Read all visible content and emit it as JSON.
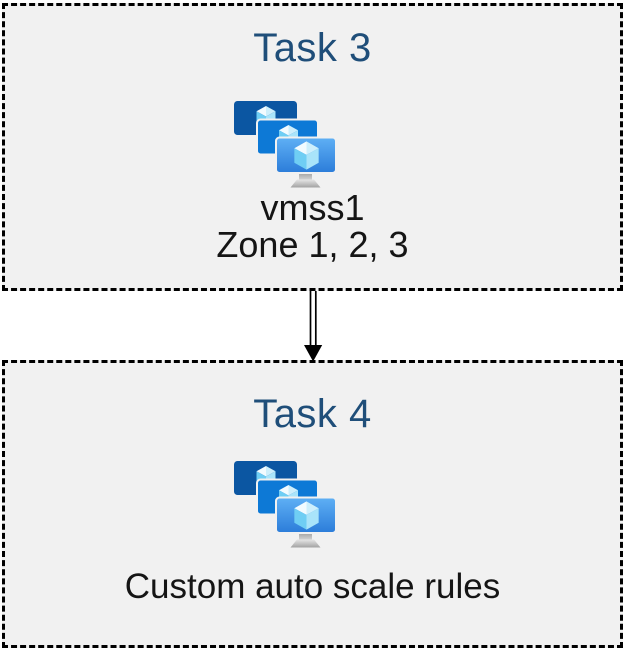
{
  "diagram": {
    "boxes": [
      {
        "title": "Task 3",
        "labels": [
          "vmss1",
          "Zone 1, 2, 3"
        ],
        "icon": "vm-scale-set-icon"
      },
      {
        "title": "Task 4",
        "labels": [
          "Custom auto scale rules"
        ],
        "icon": "vm-scale-set-icon"
      }
    ],
    "connector": {
      "type": "double-line-arrow",
      "direction": "down"
    }
  },
  "colors": {
    "background": "#ffffff",
    "box_fill": "#f1f1f1",
    "box_border": "#000000",
    "title_text": "#1f4e79",
    "label_text": "#151515",
    "monitor_back": "#0b56a2",
    "monitor_middle": "#0d79d6",
    "monitor_front_top": "#5fb0f5",
    "monitor_front_bottom": "#2b7cd9",
    "cube_top_left": "#f2fbff",
    "cube_top_right": "#cdeffc",
    "cube_left": "#6fcef4",
    "cube_right": "#a9e4fa",
    "stand_neck_top": "#8f8f8f",
    "stand_neck_bottom": "#e3e3e3",
    "stand_base_top": "#e6e6e6",
    "stand_base_bottom": "#a2a2a2"
  }
}
